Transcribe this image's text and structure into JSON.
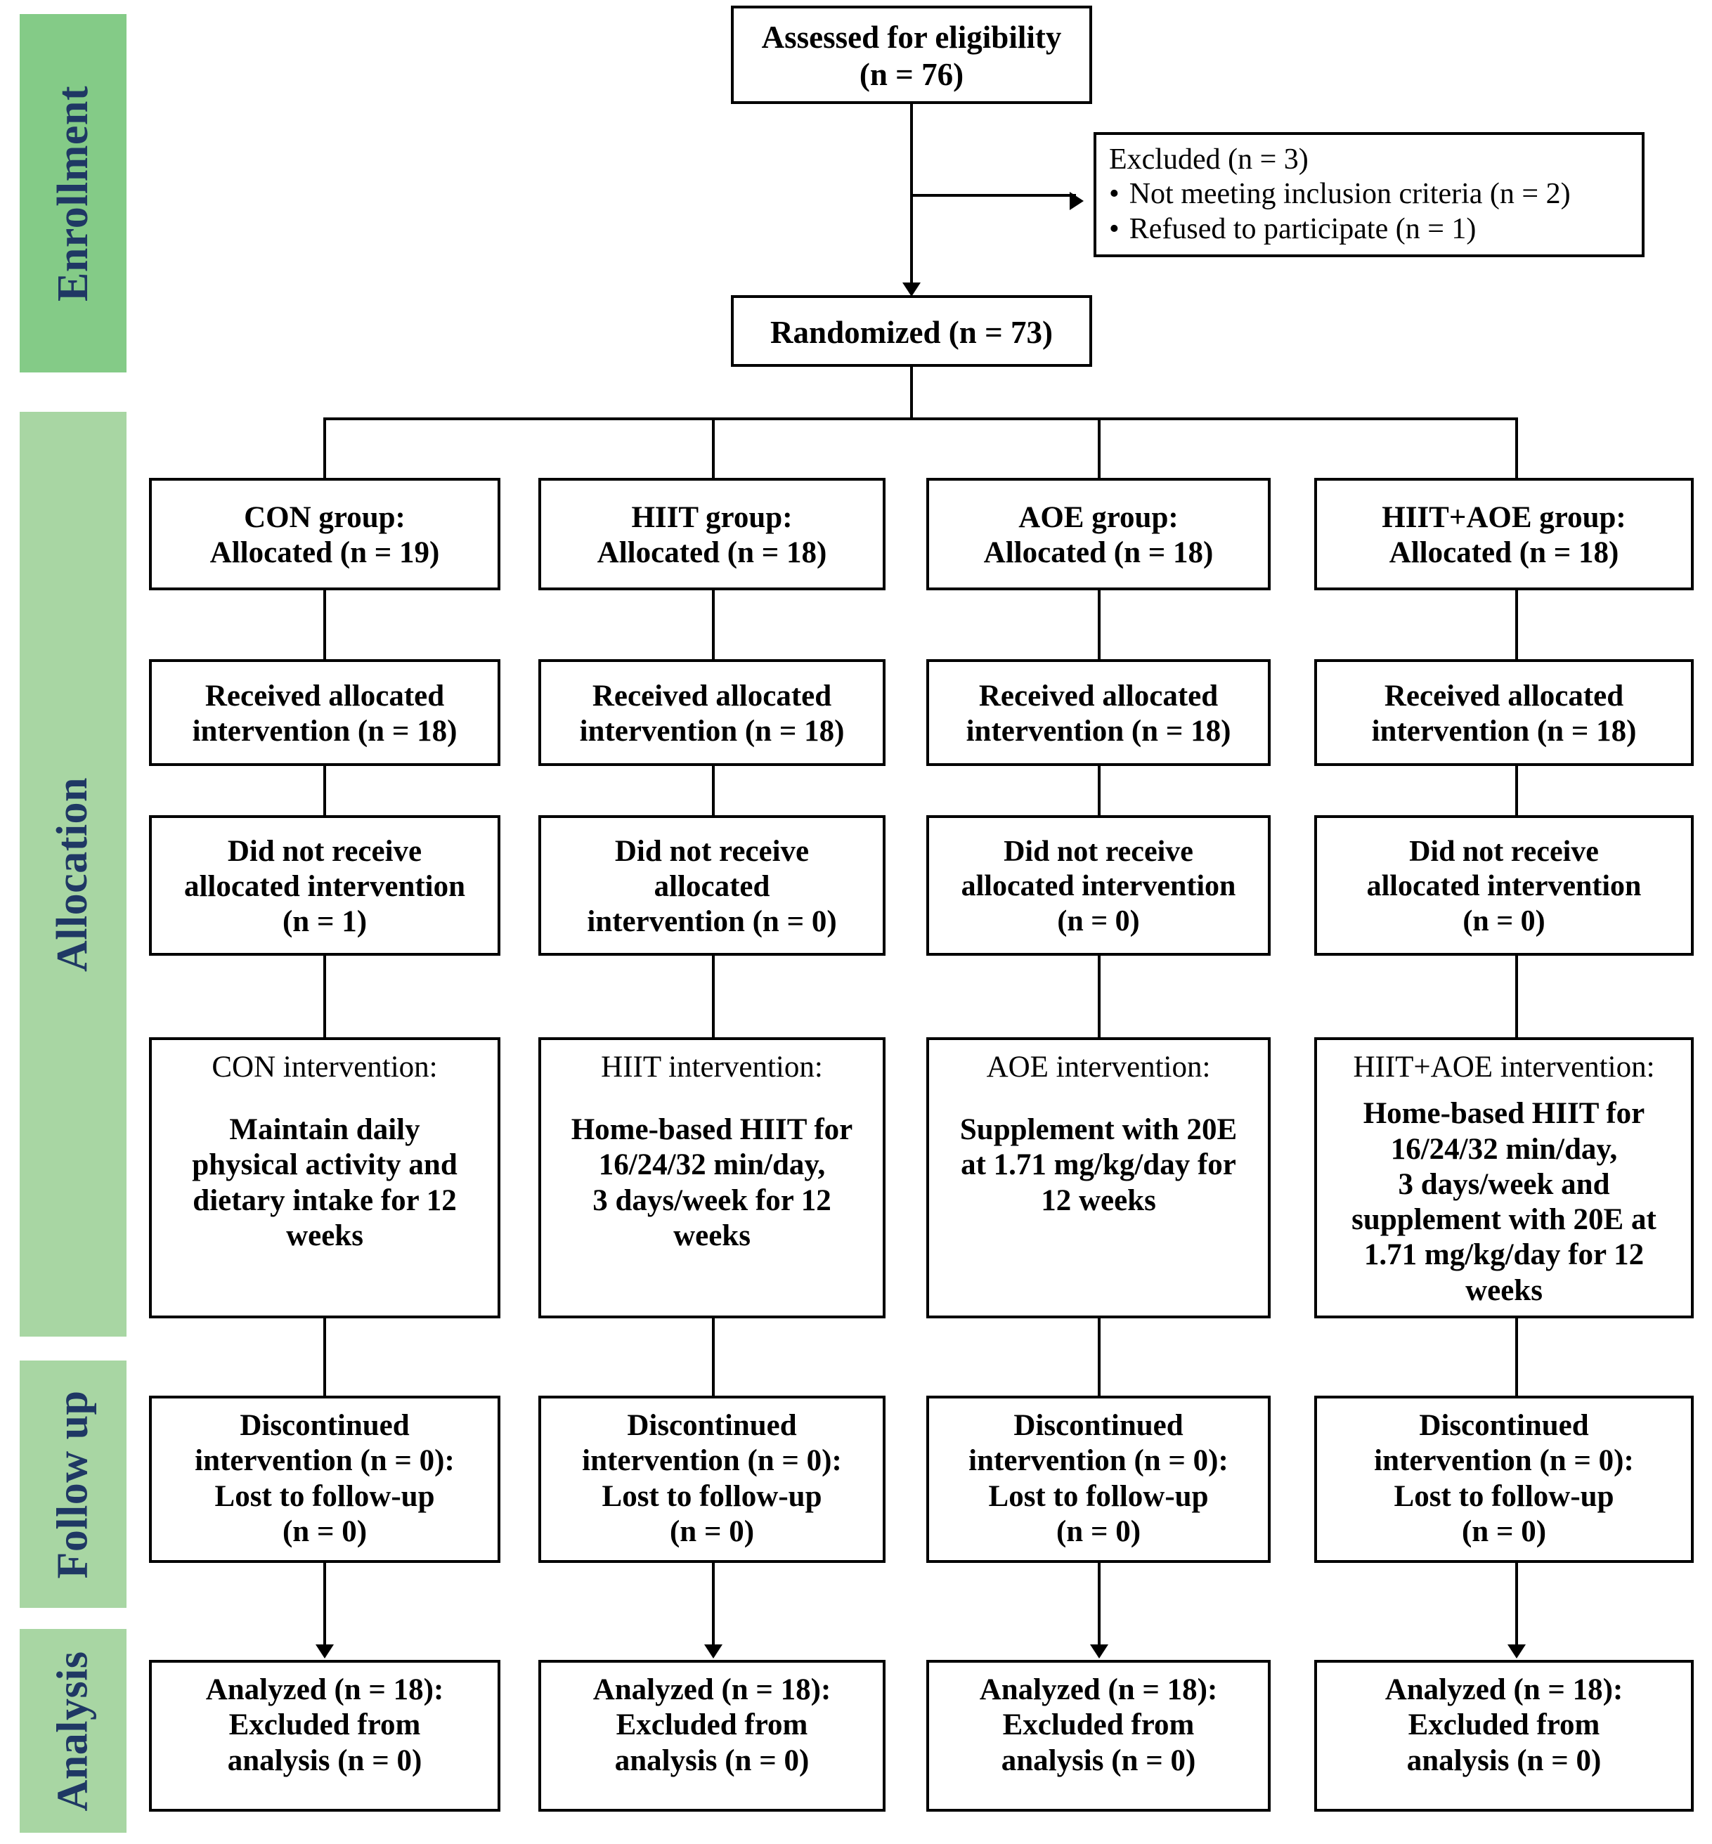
{
  "figure": {
    "type": "consort-flow-diagram",
    "colors": {
      "phase_enrollment_bg": "#84cb87",
      "phase_allocation_bg": "#a8d6a3",
      "phase_followup_bg": "#a8d6a3",
      "phase_analysis_bg": "#a8d6a3",
      "phase_label_text": "#1f3864",
      "box_border": "#000000",
      "page_bg": "#ffffff"
    }
  },
  "phases": [
    {
      "id": "enrollment",
      "label": "Enrollment"
    },
    {
      "id": "allocation",
      "label": "Allocation"
    },
    {
      "id": "followup",
      "label": "Follow up"
    },
    {
      "id": "analysis",
      "label": "Analysis"
    }
  ],
  "enrollment": {
    "assessed": {
      "line1": "Assessed for eligibility",
      "line2": "(n = 76)"
    },
    "excluded": {
      "heading": "Excluded (n = 3)",
      "items": [
        "Not meeting inclusion criteria (n = 2)",
        "Refused to participate (n = 1)"
      ]
    },
    "randomized": {
      "line1": "Randomized (n = 73)"
    }
  },
  "columns": [
    {
      "id": "con",
      "allocation": {
        "line1": "CON group:",
        "line2": "Allocated (n = 19)"
      },
      "received": {
        "line1": "Received allocated",
        "line2": "intervention (n = 18)"
      },
      "not_received": {
        "line1": "Did not receive",
        "line2": "allocated intervention",
        "line3": "(n = 1)"
      },
      "intervention": {
        "heading": "CON intervention:",
        "body": [
          "Maintain daily",
          "physical activity and",
          "dietary intake for 12",
          "weeks"
        ]
      },
      "followup": {
        "line1": "Discontinued",
        "line2": "intervention (n = 0):",
        "line3": "Lost to follow-up",
        "line4": "(n = 0)"
      },
      "analysis": {
        "line1": "Analyzed (n = 18):",
        "line2": "Excluded from",
        "line3": "analysis (n = 0)"
      }
    },
    {
      "id": "hiit",
      "allocation": {
        "line1": "HIIT group:",
        "line2": "Allocated (n = 18)"
      },
      "received": {
        "line1": "Received allocated",
        "line2": "intervention (n = 18)"
      },
      "not_received": {
        "line1": "Did not receive",
        "line2": "allocated",
        "line3": "intervention (n = 0)"
      },
      "intervention": {
        "heading": "HIIT intervention:",
        "body": [
          "Home-based HIIT for",
          "16/24/32 min/day,",
          "3 days/week for 12",
          "weeks"
        ]
      },
      "followup": {
        "line1": "Discontinued",
        "line2": "intervention (n = 0):",
        "line3": "Lost to follow-up",
        "line4": "(n = 0)"
      },
      "analysis": {
        "line1": "Analyzed (n = 18):",
        "line2": "Excluded from",
        "line3": "analysis (n = 0)"
      }
    },
    {
      "id": "aoe",
      "allocation": {
        "line1": "AOE group:",
        "line2": "Allocated (n = 18)"
      },
      "received": {
        "line1": "Received allocated",
        "line2": "intervention (n = 18)"
      },
      "not_received": {
        "line1": "Did not receive",
        "line2": "allocated intervention",
        "line3": "(n = 0)"
      },
      "intervention": {
        "heading": "AOE intervention:",
        "body": [
          "Supplement with 20E",
          "at 1.71 mg/kg/day for",
          "12 weeks"
        ]
      },
      "followup": {
        "line1": "Discontinued",
        "line2": "intervention (n = 0):",
        "line3": "Lost to follow-up",
        "line4": "(n = 0)"
      },
      "analysis": {
        "line1": "Analyzed (n = 18):",
        "line2": "Excluded from",
        "line3": "analysis (n = 0)"
      }
    },
    {
      "id": "hiit_aoe",
      "allocation": {
        "line1": "HIIT+AOE group:",
        "line2": "Allocated (n = 18)"
      },
      "received": {
        "line1": "Received allocated",
        "line2": "intervention (n = 18)"
      },
      "not_received": {
        "line1": "Did not receive",
        "line2": "allocated intervention",
        "line3": "(n = 0)"
      },
      "intervention": {
        "heading": "HIIT+AOE intervention:",
        "body": [
          "Home-based HIIT for",
          "16/24/32 min/day,",
          "3 days/week and",
          "supplement with 20E at",
          "1.71 mg/kg/day for 12",
          "weeks"
        ]
      },
      "followup": {
        "line1": "Discontinued",
        "line2": "intervention (n = 0):",
        "line3": "Lost to follow-up",
        "line4": "(n = 0)"
      },
      "analysis": {
        "line1": "Analyzed (n = 18):",
        "line2": "Excluded from",
        "line3": "analysis (n = 0)"
      }
    }
  ]
}
